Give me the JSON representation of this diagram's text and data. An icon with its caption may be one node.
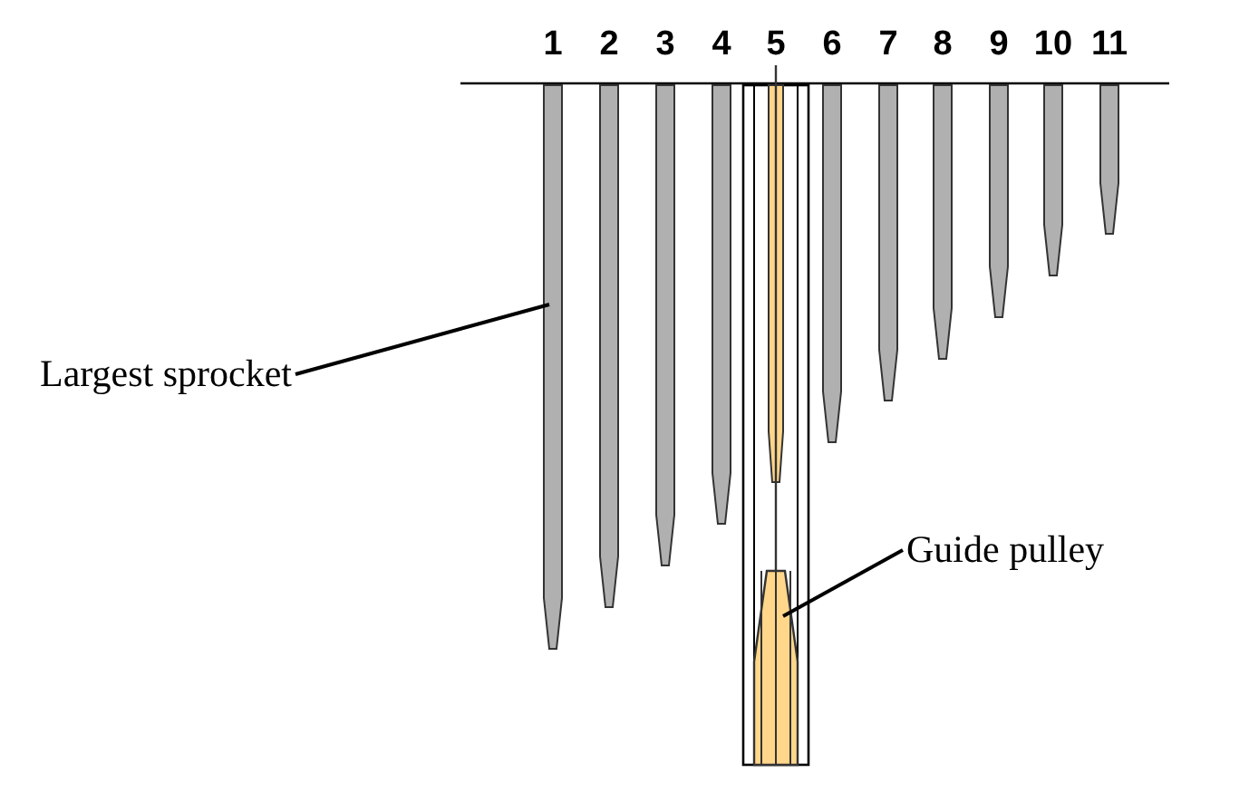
{
  "diagram": {
    "nodes": [
      {
        "text": [
          "Largest sprocket"
        ]
      },
      {
        "text": [],
        "shape": "bar",
        "beside": [
          "1"
        ]
      },
      {
        "text": [],
        "shape": "bar",
        "beside": [
          "2"
        ]
      },
      {
        "text": [],
        "shape": "bar",
        "beside": [
          "3"
        ]
      },
      {
        "text": [],
        "shape": "bar",
        "beside": [
          "4"
        ]
      },
      {
        "text": [],
        "shape": "bar",
        "beside": [
          "5"
        ]
      },
      {
        "text": [],
        "shape": "bar",
        "beside": [
          "6"
        ]
      },
      {
        "text": [],
        "shape": "bar",
        "beside": [
          "7"
        ]
      },
      {
        "text": [],
        "shape": "bar",
        "beside": [
          "8"
        ]
      },
      {
        "text": [],
        "shape": "bar",
        "beside": [
          "9"
        ]
      },
      {
        "text": [],
        "shape": "bar",
        "beside": [
          "10"
        ]
      },
      {
        "text": [],
        "shape": "bar",
        "beside": [
          "11"
        ]
      },
      {
        "text": [
          "Guide pulley"
        ]
      },
      {
        "text": [],
        "shape": "picture"
      }
    ],
    "edges": [
      {
        "from": 0,
        "to": 1,
        "arrow": "none"
      },
      {
        "from": 12,
        "to": 13,
        "arrow": "none"
      },
      {
        "from": 5,
        "to": 13,
        "arrow": "none",
        "color": "#333333"
      }
    ]
  }
}
